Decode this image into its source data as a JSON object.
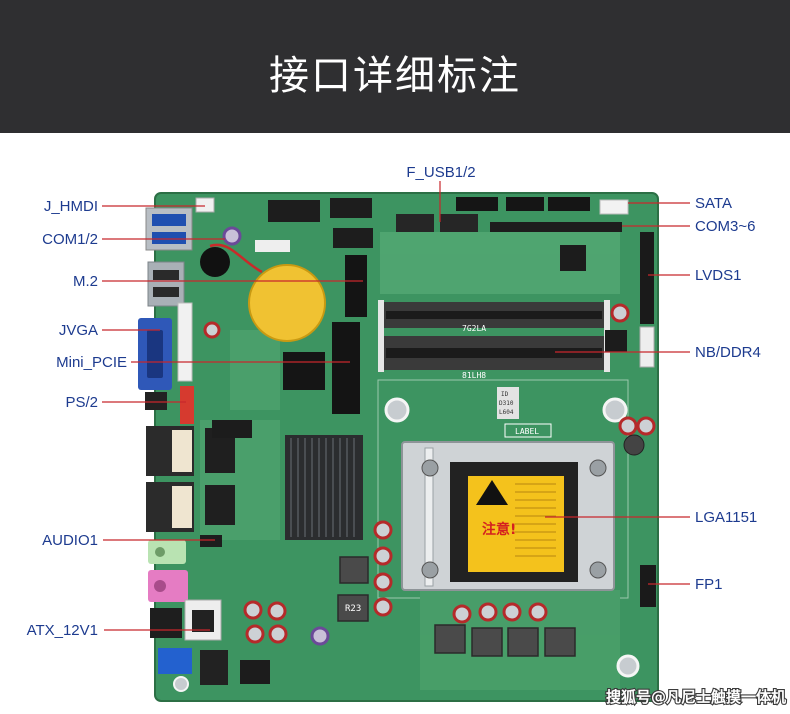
{
  "title": "接口详细标注",
  "colors": {
    "banner": "#2f2f31",
    "label": "#1d3b8f",
    "callout": "#c8272c",
    "board": "#3d9461"
  },
  "labels": {
    "top": [
      "F_USB1/2"
    ],
    "left": [
      "J_HMDI",
      "COM1/2",
      "M.2",
      "JVGA",
      "Mini_PCIE",
      "PS/2",
      "AUDIO1",
      "ATX_12V1"
    ],
    "right": [
      "SATA",
      "COM3~6",
      "LVDS1",
      "NB/DDR4",
      "LGA1151",
      "FP1"
    ]
  },
  "board": {
    "silkscreen": {
      "ddr_a": "7G2LA",
      "ddr_b": "81LH8",
      "label_box": "LABEL",
      "id_tag": [
        "ID",
        "D310",
        "L604"
      ],
      "socket_warning": "注意!",
      "inductor": "R23"
    }
  },
  "watermark": "搜狐号@凡尼士触摸一体机"
}
